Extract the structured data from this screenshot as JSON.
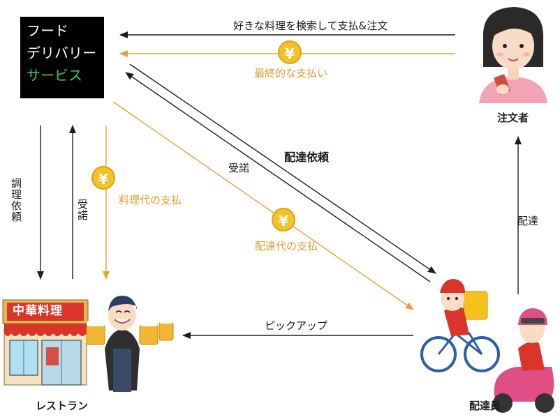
{
  "service": {
    "line1": "フード",
    "line2": "デリバリー",
    "line3": "サービス"
  },
  "actors": {
    "orderer": "注文者",
    "restaurant": "レストラン",
    "delivery_person": "配達員"
  },
  "restaurant_sign": "中華料理",
  "coin_symbol": "¥",
  "flows": {
    "search_order_pay": "好きな料理を検索して支払&注文",
    "final_payment": "最終的な支払い",
    "cooking_request": "調理依頼",
    "accept_restaurant": "受諾",
    "food_cost_payment": "料理代の支払",
    "accept_delivery": "受諾",
    "delivery_request": "配達依頼",
    "delivery_fee_payment": "配達代の支払",
    "pickup": "ピックアップ",
    "delivery": "配達"
  },
  "colors": {
    "flow_black": "#1e1e1e",
    "flow_orange": "#e8a23a",
    "coin": "#f2c227",
    "service_bg": "#000000",
    "service_accent": "#2fd35a"
  }
}
